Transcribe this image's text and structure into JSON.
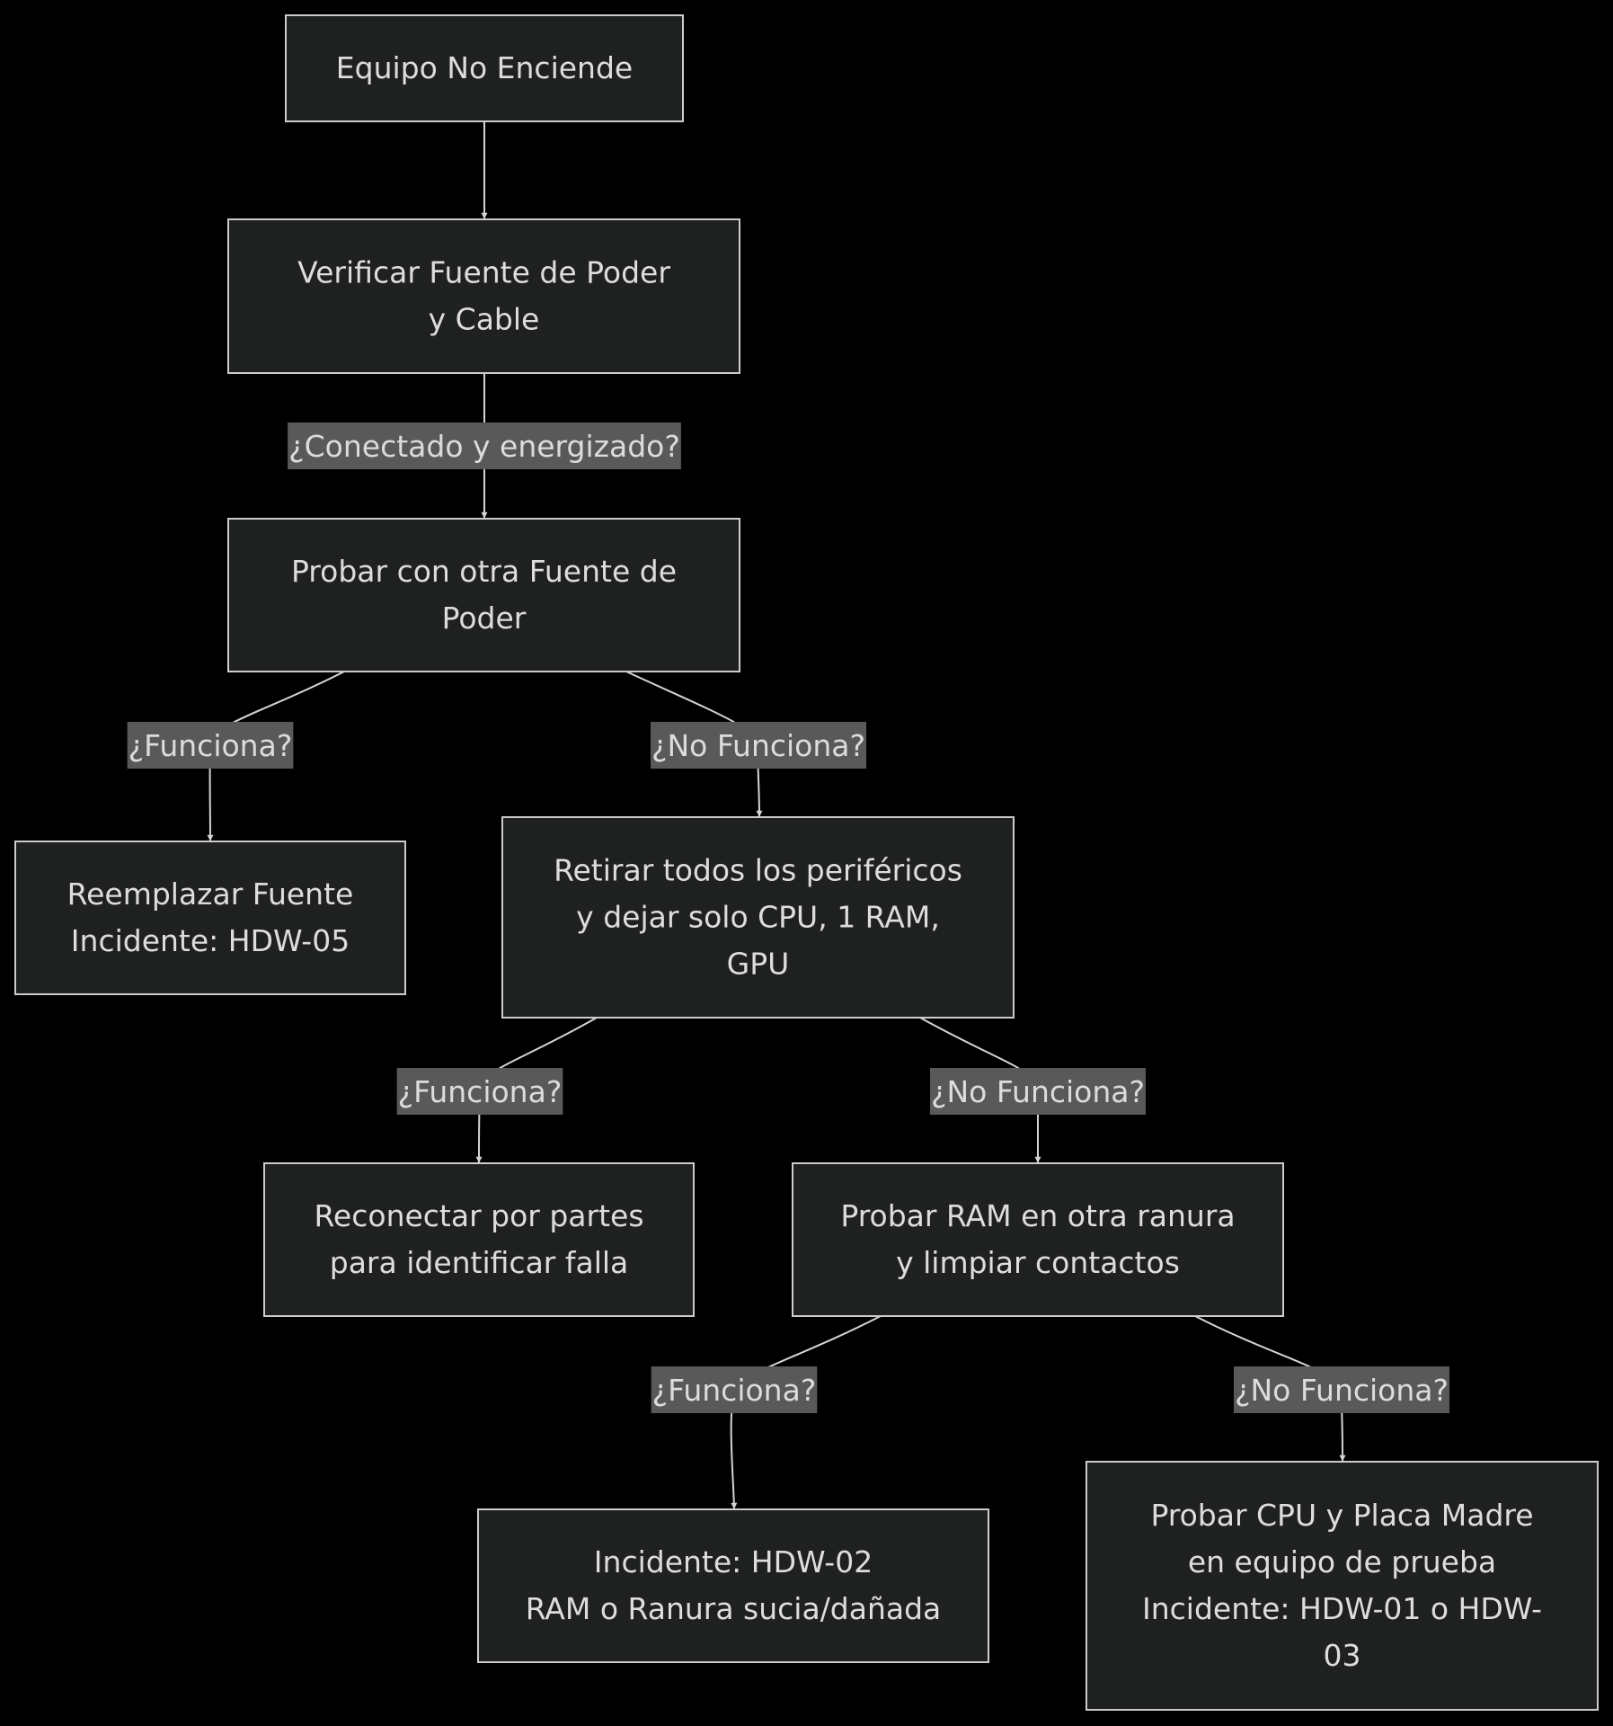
{
  "nodes": [
    {
      "id": "n1",
      "lines": [
        "Equipo No Enciende"
      ]
    },
    {
      "id": "n2",
      "lines": [
        "Verificar Fuente de Poder",
        "y Cable"
      ]
    },
    {
      "id": "n3",
      "lines": [
        "Probar con otra Fuente de",
        "Poder"
      ]
    },
    {
      "id": "n4",
      "lines": [
        "Reemplazar Fuente",
        "Incidente: HDW-05"
      ]
    },
    {
      "id": "n5",
      "lines": [
        "Retirar todos los periféricos",
        "y dejar solo CPU, 1 RAM,",
        "GPU"
      ]
    },
    {
      "id": "n6",
      "lines": [
        "Reconectar por partes",
        "para identificar falla"
      ]
    },
    {
      "id": "n7",
      "lines": [
        "Probar RAM en otra ranura",
        "y limpiar contactos"
      ]
    },
    {
      "id": "n8",
      "lines": [
        "Incidente: HDW-02",
        "RAM o Ranura sucia/dañada"
      ]
    },
    {
      "id": "n9",
      "lines": [
        "Probar CPU y Placa Madre",
        "en equipo de prueba",
        "Incidente: HDW-01 o HDW-",
        "03"
      ]
    }
  ],
  "edges": [
    {
      "id": "e1",
      "from": "n1",
      "to": "n2",
      "label": ""
    },
    {
      "id": "e2",
      "from": "n2",
      "to": "n3",
      "label": "¿Conectado y energizado?"
    },
    {
      "id": "e3",
      "from": "n3",
      "to": "n4",
      "label": "¿Funciona?"
    },
    {
      "id": "e4",
      "from": "n3",
      "to": "n5",
      "label": "¿No Funciona?"
    },
    {
      "id": "e5",
      "from": "n5",
      "to": "n6",
      "label": "¿Funciona?"
    },
    {
      "id": "e6",
      "from": "n5",
      "to": "n7",
      "label": "¿No Funciona?"
    },
    {
      "id": "e7",
      "from": "n7",
      "to": "n8",
      "label": "¿Funciona?"
    },
    {
      "id": "e8",
      "from": "n7",
      "to": "n9",
      "label": "¿No Funciona?"
    }
  ],
  "colors": {
    "background": "#000000",
    "node_fill": "#1f2020",
    "node_stroke": "#cccccc",
    "text": "#dddddd",
    "edge": "#d4d4d4",
    "edge_label_fill": "#595959"
  }
}
